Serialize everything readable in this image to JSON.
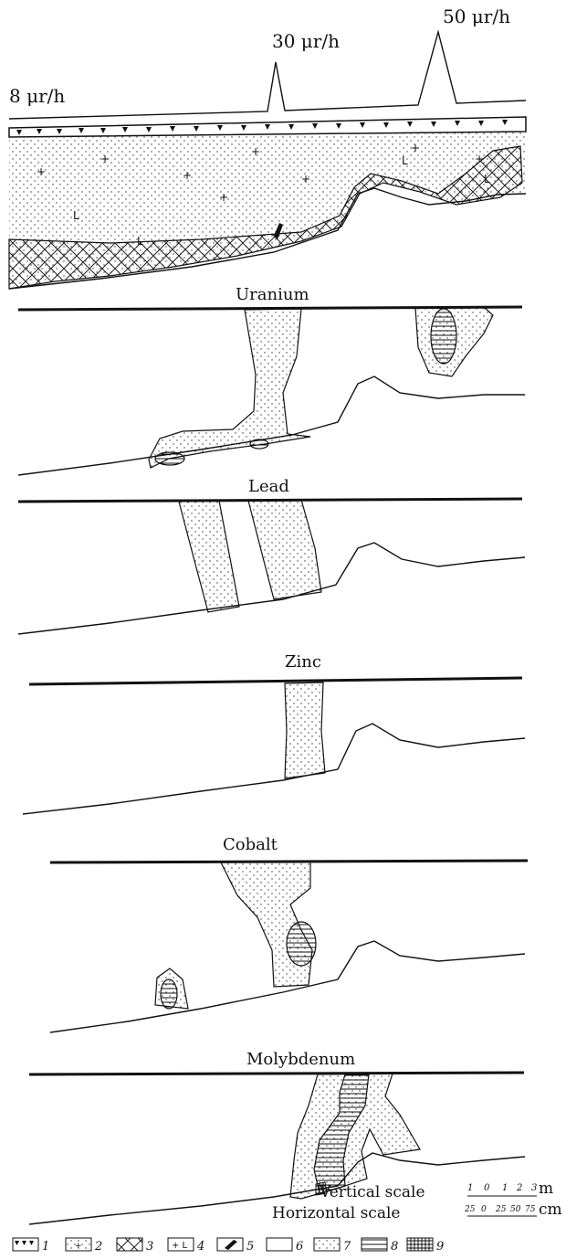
{
  "gamma_labels": {
    "left": "8 μr/h",
    "mid": "30 μr/h",
    "right": "50 μr/h"
  },
  "sections": {
    "uranium": "Uranium",
    "lead": "Lead",
    "zinc": "Zinc",
    "cobalt": "Cobalt",
    "molybdenum": "Molybdenum"
  },
  "scale": {
    "vertical_label": "Vertical scale",
    "horizontal_label": "Horizontal scale",
    "vertical_ticks": [
      "1",
      "0",
      "1",
      "2",
      "3"
    ],
    "vertical_unit": "m",
    "horizontal_ticks": [
      "25",
      "0",
      "25",
      "50",
      "75"
    ],
    "horizontal_unit": "cm"
  },
  "legend": [
    "1",
    "2",
    "3",
    "4",
    "5",
    "6",
    "7",
    "8",
    "9"
  ]
}
